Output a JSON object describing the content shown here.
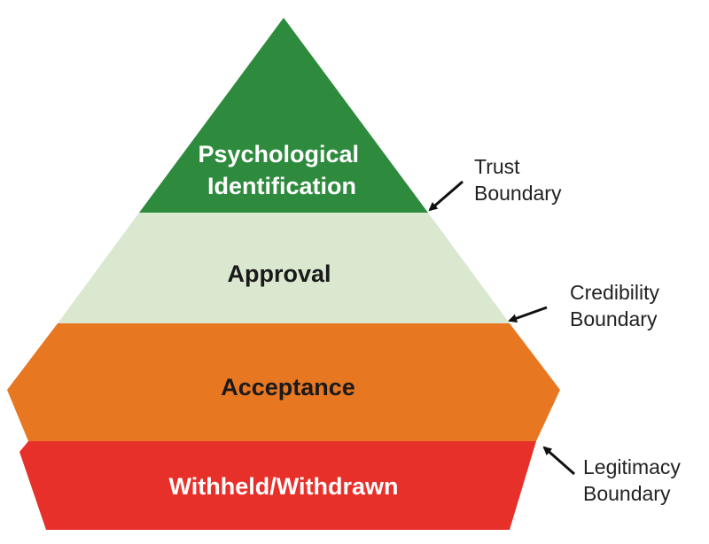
{
  "layers": [
    {
      "lines": [
        "Psychological",
        "Identification"
      ],
      "fill": "#2e8b3e",
      "text_color": "#ffffff"
    },
    {
      "lines": [
        "Approval"
      ],
      "fill": "#d9e8cf",
      "text_color": "#1a1a1a"
    },
    {
      "lines": [
        "Acceptance"
      ],
      "fill": "#e87722",
      "text_color": "#1a1a1a"
    },
    {
      "lines": [
        "Withheld/Withdrawn"
      ],
      "fill": "#e8302a",
      "text_color": "#ffffff"
    }
  ],
  "boundaries": [
    {
      "lines": [
        "Trust",
        "Boundary"
      ]
    },
    {
      "lines": [
        "Credibility",
        "Boundary"
      ]
    },
    {
      "lines": [
        "Legitimacy",
        "Boundary"
      ]
    }
  ],
  "arrow_color": "#111111"
}
